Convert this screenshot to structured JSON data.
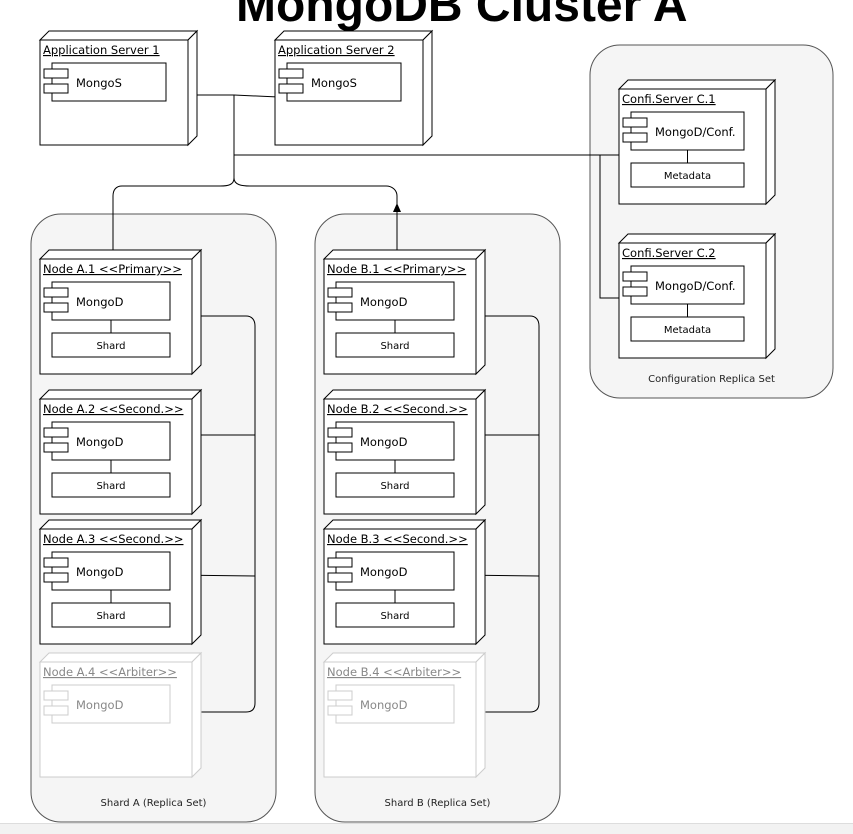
{
  "title": "MongoDB Cluster A",
  "app_servers": [
    {
      "label": "Application Server 1",
      "component": "MongoS"
    },
    {
      "label": "Application Server 2",
      "component": "MongoS"
    }
  ],
  "config_group": {
    "caption": "Configuration Replica Set",
    "servers": [
      {
        "label": "Confi.Server C.1",
        "component": "MongoD/Conf.",
        "store": "Metadata"
      },
      {
        "label": "Confi.Server C.2",
        "component": "MongoD/Conf.",
        "store": "Metadata"
      }
    ]
  },
  "shard_a": {
    "caption": "Shard A (Replica Set)",
    "nodes": [
      {
        "label": "Node A.1 <<Primary>>",
        "component": "MongoD",
        "store": "Shard"
      },
      {
        "label": "Node A.2 <<Second.>>",
        "component": "MongoD",
        "store": "Shard"
      },
      {
        "label": "Node A.3 <<Second.>>",
        "component": "MongoD",
        "store": "Shard"
      },
      {
        "label": "Node A.4 <<Arbiter>>",
        "component": "MongoD"
      }
    ]
  },
  "shard_b": {
    "caption": "Shard B (Replica Set)",
    "nodes": [
      {
        "label": "Node B.1 <<Primary>>",
        "component": "MongoD",
        "store": "Shard"
      },
      {
        "label": "Node B.2 <<Second.>>",
        "component": "MongoD",
        "store": "Shard"
      },
      {
        "label": "Node B.3 <<Second.>>",
        "component": "MongoD",
        "store": "Shard"
      },
      {
        "label": "Node B.4 <<Arbiter>>",
        "component": "MongoD"
      }
    ]
  }
}
